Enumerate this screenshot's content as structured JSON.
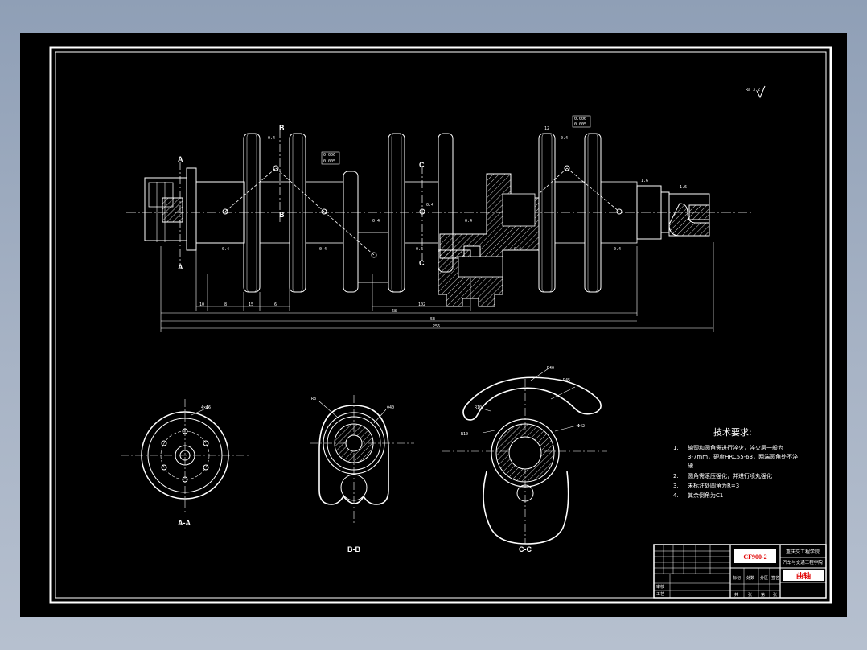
{
  "colors": {
    "background": "#000000",
    "line": "#ffffff",
    "accent_red": "#e00000",
    "screen_bg": "#9aa8bd"
  },
  "drawing": {
    "roughness_top": "Ra 3.2",
    "section_marks": {
      "a": "A",
      "b": "B",
      "c": "C"
    },
    "roughness_values": [
      "0.4",
      "0.4",
      "0.4",
      "0.4",
      "0.4",
      "0.4",
      "0.4",
      "0.4",
      "0.4",
      "0.4",
      "1.6",
      "1.6",
      "12"
    ],
    "tolerance_boxes": [
      "0.006",
      "0.005",
      "0.006",
      "0.005"
    ],
    "dims_bottom": [
      "10",
      "8",
      "15",
      "6",
      "68",
      "102",
      "53",
      "256"
    ],
    "views": {
      "aa": "A-A",
      "bb": "B-B",
      "cc": "C-C"
    },
    "view_dims": {
      "aa_hole": "4×Φ6",
      "bb_r": "R8",
      "bb_dia": "Φ40",
      "cc_r1": "R40",
      "cc_r2": "R45",
      "cc_r3": "R10",
      "cc_r4": "R10",
      "cc_dia": "Φ42"
    }
  },
  "notes": {
    "title": "技术要求:",
    "items": [
      {
        "num": "1.",
        "text": "轴颈和圆角需进行淬火，淬火层一般为"
      },
      {
        "num": "",
        "text": "3-7mm，硬度HRC55-63，两端圆角处不淬"
      },
      {
        "num": "",
        "text": "硬"
      },
      {
        "num": "2.",
        "text": "圆角需滚压强化，并进行喷丸强化"
      },
      {
        "num": "3.",
        "text": "未标注处圆角为R=3"
      },
      {
        "num": "4.",
        "text": "其余倒角为C1"
      }
    ]
  },
  "title_block": {
    "drawing_no": "CF900-2",
    "org_line1": "重庆交工程学院",
    "org_line2": "汽车与交通工程学院",
    "part_name": "曲轴",
    "row_labels": [
      "审核",
      "工艺"
    ],
    "mid_labels": [
      "标记",
      "处数",
      "分区",
      "签名"
    ],
    "bottom_labels": [
      "共",
      "张",
      "第",
      "张"
    ]
  }
}
